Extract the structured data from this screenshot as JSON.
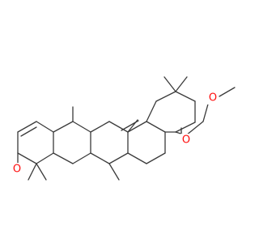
{
  "molecule": {
    "heteroatoms": [
      {
        "id": "O1",
        "label": "O",
        "color": "#ff0d0d"
      },
      {
        "id": "O2",
        "label": "O",
        "color": "#ff0d0d"
      },
      {
        "id": "O3",
        "label": "O",
        "color": "#ff0d0d"
      }
    ]
  },
  "colors": {
    "bond": "#3a3a3a",
    "oxygen": "#ff0d0d",
    "background": "#ffffff"
  }
}
